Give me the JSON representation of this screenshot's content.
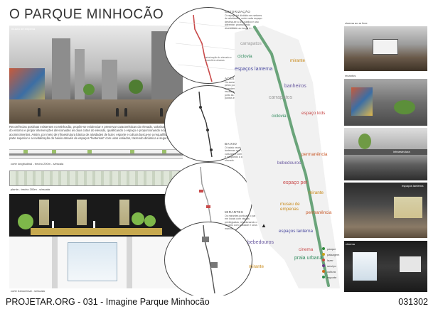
{
  "title": "O PARQUE MINHOCÃO",
  "hero_caption": "museu de empena",
  "intro_text": "Recorrências positivas existentes no Minhocão, propõe-se evidenciar e preservar características do elevado, valorizar a paisagem do entorno e propor intervenções direcionadas as duas cotas do elevado, qualificando o espaço e proporcionando novos acontecimentos. Assim, por meio de infraestrutura básica de atividades de lazer, esporte e cultura busca-se a requalificação da parte superior e a revitalização do baixio através de espaços \"lanternas\" com usos variados, trazendo dinâmica e segurança.",
  "drawings": {
    "cut_long": "corte longitudinal - trecho 200m - s/escala",
    "plan": "planta - trecho 200m - s/escala",
    "cut_trans": "corte transversal - s/escala"
  },
  "diagrams": [
    {
      "title": "SETORIZAÇÃO",
      "text": "O espaço foi dividido em setores de atividades, onde cada espaço destina-se a um público e uso diferente, promovendo diversidade ao longo do parque.",
      "note": "setorização do elevado e conexões urbanas"
    },
    {
      "title": "ACESSOS",
      "text": "Os acessos ao parque se dão pelos pontos existentes, complementados por novas escadas, rampas e elevadores junto às estações de metrô e pontos estratégicos.",
      "note": ""
    },
    {
      "title": "BAIXIO",
      "text": "O baixio recebe espaços lanternas que abrigam atividades culturais e comerciais, iluminando e ocupando a área sob o elevado.",
      "note": ""
    },
    {
      "title": "MIRANTES",
      "text": "Os mirantes pontuam o parque em locais com visuais privilegiadas, relacionando o usuário com a cidade e seus marcos.",
      "note": ""
    }
  ],
  "map_labels": [
    {
      "text": "carrapatos",
      "color": "#9a9a9a"
    },
    {
      "text": "ciclovia",
      "color": "#2f8a5c"
    },
    {
      "text": "espaços lanterna",
      "color": "#4a4aa0"
    },
    {
      "text": "mirante",
      "color": "#c98a1a"
    },
    {
      "text": "banheiros",
      "color": "#6a5aa0"
    },
    {
      "text": "carrapatos",
      "color": "#9a9a9a"
    },
    {
      "text": "ciclovia",
      "color": "#2f8a5c"
    },
    {
      "text": "espaço kids",
      "color": "#c94a4a"
    },
    {
      "text": "permanência",
      "color": "#c95a2a"
    },
    {
      "text": "bebedouros",
      "color": "#6a5aa0"
    },
    {
      "text": "espaço pet",
      "color": "#c94a4a"
    },
    {
      "text": "mirante",
      "color": "#c98a1a"
    },
    {
      "text": "museu de empenas",
      "color": "#c98a1a"
    },
    {
      "text": "permanência",
      "color": "#c95a2a"
    },
    {
      "text": "espaços lanterna",
      "color": "#4a4aa0"
    },
    {
      "text": "bebedouros",
      "color": "#6a5aa0"
    },
    {
      "text": "cinema",
      "color": "#c94a4a"
    },
    {
      "text": "praia urbana",
      "color": "#2f8a5c"
    },
    {
      "text": "mirante",
      "color": "#c98a1a"
    }
  ],
  "legend": [
    {
      "label": "parque",
      "color": "#2f8a3a"
    },
    {
      "label": "paisagem",
      "color": "#c9a21a"
    },
    {
      "label": "lazer",
      "color": "#c94a3a"
    },
    {
      "label": "serviço",
      "color": "#6a3a8a"
    },
    {
      "label": "cultura",
      "color": "#d06a1a"
    },
    {
      "label": "esporte",
      "color": "#2a8a4a"
    }
  ],
  "photos": [
    "cinema ao ar livre",
    "recantos",
    "infraestrutura",
    "espaços lanterna",
    "cinema"
  ],
  "footer": {
    "left": "PROJETAR.ORG - 031 - Imagine Parque Minhocão",
    "right": "031302"
  }
}
